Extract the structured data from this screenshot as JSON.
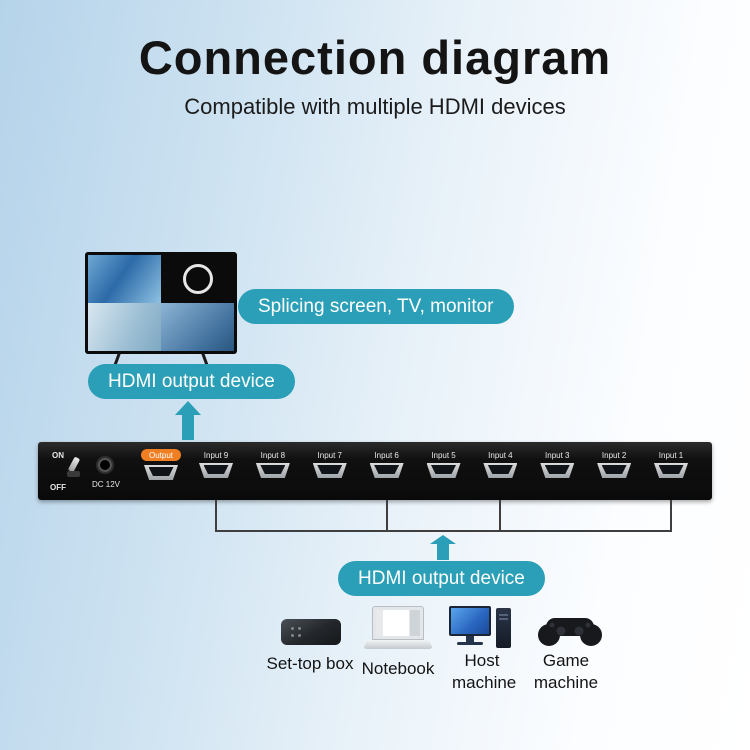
{
  "header": {
    "title": "Connection diagram",
    "subtitle": "Compatible with multiple HDMI devices"
  },
  "top_section": {
    "screen_label": "Splicing screen, TV, monitor",
    "output_device_label": "HDMI output device"
  },
  "switcher": {
    "on_label": "ON",
    "off_label": "OFF",
    "dc_label": "DC 12V",
    "output_label": "Output",
    "input_labels": [
      "Input 9",
      "Input 8",
      "Input 7",
      "Input 6",
      "Input 5",
      "Input 4",
      "Input 3",
      "Input 2",
      "Input 1"
    ]
  },
  "bottom_section": {
    "input_device_label": "HDMI output device",
    "sources": [
      {
        "label": "Set-top box",
        "icon": "set-top-box-icon"
      },
      {
        "label": "Notebook",
        "icon": "notebook-icon"
      },
      {
        "label": "Host machine",
        "icon": "host-machine-icon"
      },
      {
        "label": "Game machine",
        "icon": "game-machine-icon"
      }
    ]
  },
  "colors": {
    "accent_teal": "#2a9fb7",
    "output_tag_orange": "#f07f23",
    "device_body": "#0f0f0f"
  }
}
